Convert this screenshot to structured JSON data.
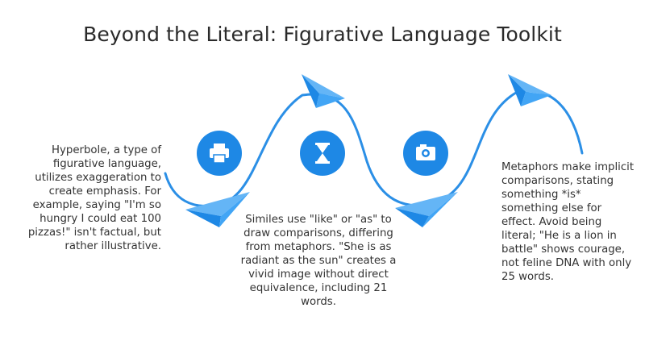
{
  "title": "Beyond the Literal: Figurative Language Toolkit",
  "colors": {
    "accent": "#1e88e5",
    "curve": "#2b8fe6",
    "plane_light": "#64b5f6",
    "plane_dark": "#1976d2",
    "text": "#333333"
  },
  "items": [
    {
      "icon": "printer-icon",
      "text": "Hyperbole, a type of figurative language, utilizes exaggeration to create emphasis. For example, saying \"I'm so hungry I could eat 100 pizzas!\" isn't factual, but rather illustrative."
    },
    {
      "icon": "hourglass-icon",
      "text": "Similes use \"like\" or \"as\" to draw comparisons, differing from metaphors. \"She is as radiant as the sun\" creates a vivid image without direct equivalence, including 21 words."
    },
    {
      "icon": "camera-icon",
      "text": "Metaphors make implicit comparisons, stating something *is* something else for effect. Avoid being literal; \"He is a lion in battle\" shows courage, not feline DNA with only 25 words."
    }
  ]
}
